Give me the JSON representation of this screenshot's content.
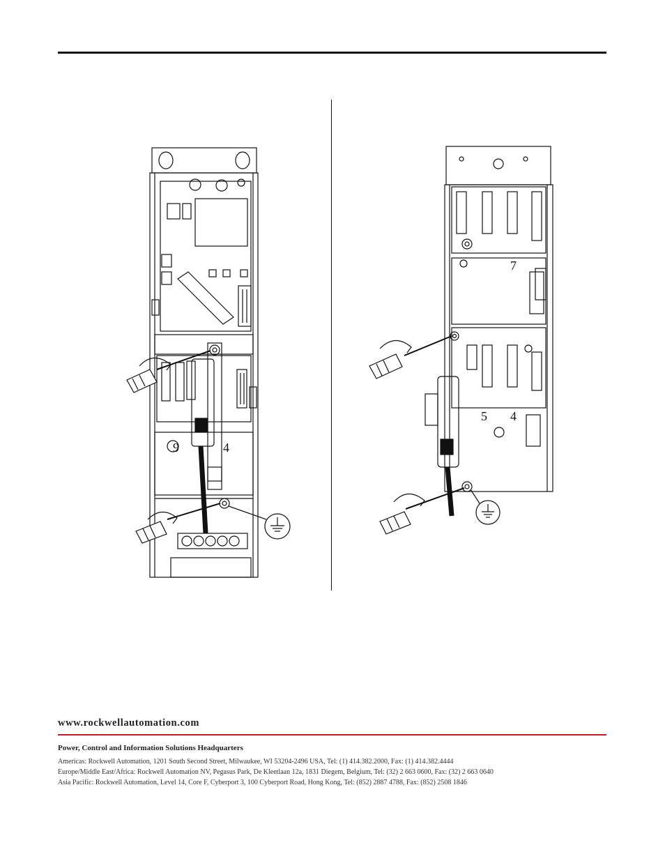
{
  "footer": {
    "url": "www.rockwellautomation.com",
    "headquarters": "Power, Control and Information Solutions Headquarters",
    "addresses": [
      "Americas: Rockwell Automation, 1201 South Second Street, Milwaukee, WI 53204-2496 USA, Tel: (1) 414.382.2000, Fax: (1) 414.382.4444",
      "Europe/Middle East/Africa: Rockwell Automation NV, Pegasus Park, De Kleetlaan 12a, 1831 Diegem, Belgium, Tel: (32) 2 663 0600, Fax: (32) 2 663 0640",
      "Asia Pacific: Rockwell Automation, Level 14, Core F, Cyberport 3, 100 Cyberport Road, Hong Kong, Tel: (852) 2887 4788, Fax: (852) 2508 1846"
    ],
    "accent_color": "#b5202e"
  },
  "figures": {
    "left_labels": [
      "9",
      "4"
    ],
    "right_labels": [
      "7",
      "5",
      "4"
    ]
  }
}
